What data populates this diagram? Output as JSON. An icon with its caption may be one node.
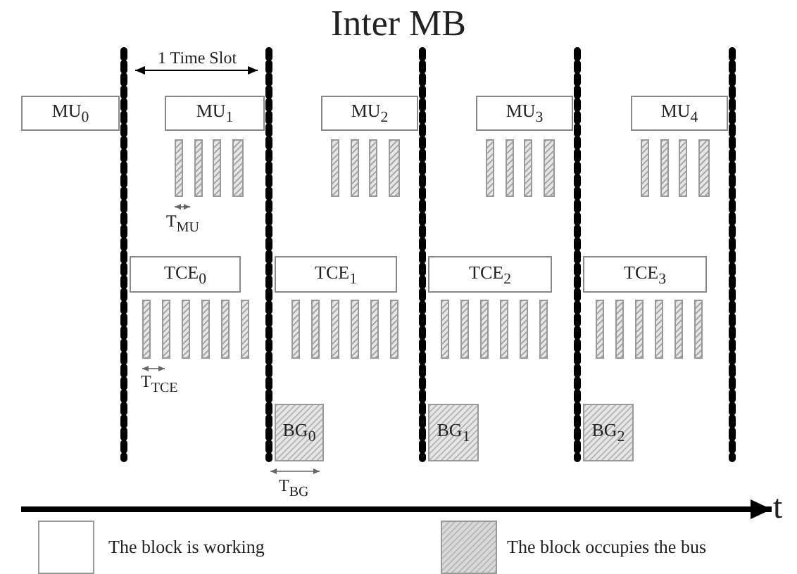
{
  "diagram": {
    "title": "Inter MB",
    "nodes": [
      {
        "text": [
          "MU$_{0}$"
        ]
      },
      {
        "text": [
          "MU$_{1}$"
        ]
      },
      {
        "text": [
          "MU$_{2}$"
        ]
      },
      {
        "text": [
          "MU$_{3}$"
        ]
      },
      {
        "text": [
          "MU$_{4}$"
        ]
      },
      {
        "text": [
          "TCE$_{0}$"
        ]
      },
      {
        "text": [
          "TCE$_{1}$"
        ]
      },
      {
        "text": [
          "TCE$_{2}$"
        ]
      },
      {
        "text": [
          "TCE$_{3}$"
        ]
      },
      {
        "text": [
          "BG$_{0}$"
        ]
      },
      {
        "text": [
          "BG$_{1}$"
        ]
      },
      {
        "text": [
          "BG$_{2}$"
        ]
      }
    ],
    "edges": [],
    "labels": [
      "1 Time Slot",
      "T$_{MU}$",
      "T$_{TCE}$",
      "T$_{BG}$",
      "t"
    ],
    "legend": [
      {
        "text": "The block is working",
        "color": "#ffffff"
      },
      {
        "text": "The block occupies the bus",
        "color": "#d9d9d9"
      }
    ]
  }
}
